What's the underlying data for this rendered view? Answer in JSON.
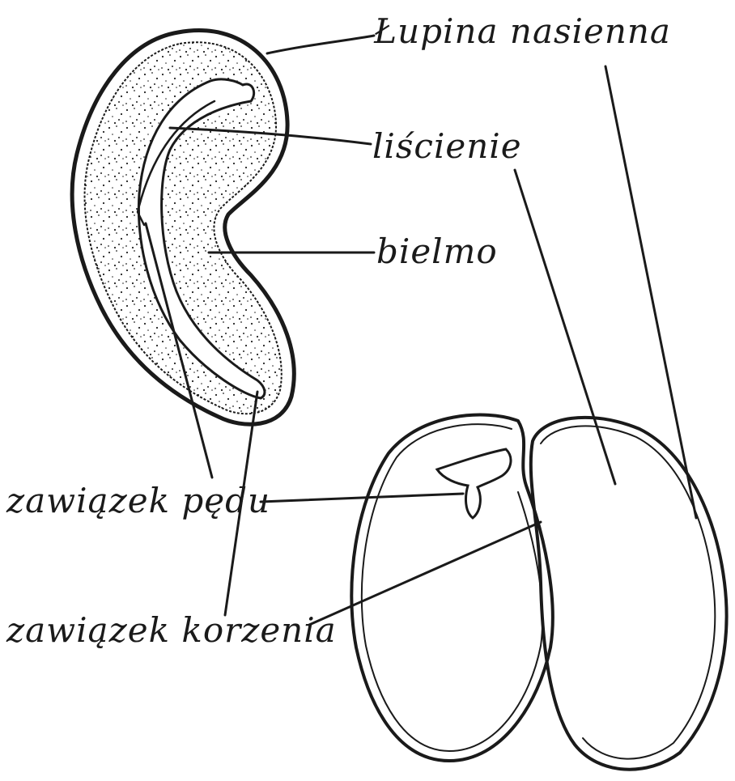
{
  "labels": {
    "seed_coat": "Łupina nasienna",
    "cotyledons": "liścienie",
    "endosperm": "bielmo",
    "plumule": "zawiązek pędu",
    "radicle": "zawiązek korzenia"
  },
  "colors": {
    "ink": "#1a1a1a",
    "background": "#ffffff"
  }
}
